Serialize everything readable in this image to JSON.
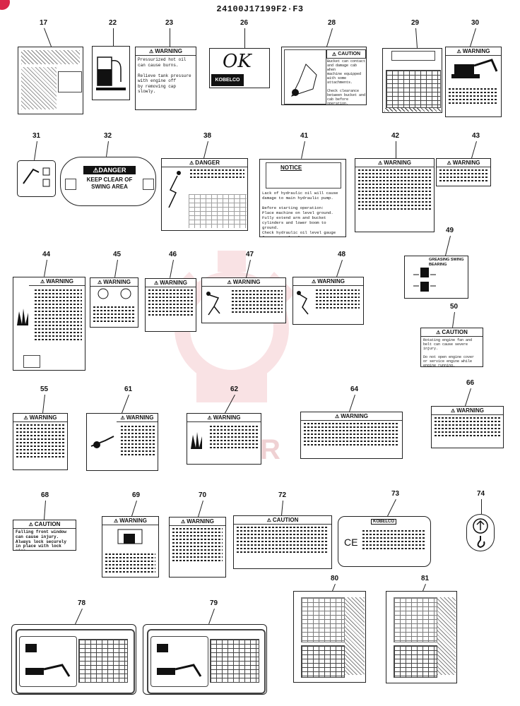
{
  "header": {
    "title": "24100J17199F2·F3"
  },
  "parts": [
    {
      "n": "17"
    },
    {
      "n": "22"
    },
    {
      "n": "23"
    },
    {
      "n": "26"
    },
    {
      "n": "28"
    },
    {
      "n": "29"
    },
    {
      "n": "30"
    },
    {
      "n": "31"
    },
    {
      "n": "32"
    },
    {
      "n": "38"
    },
    {
      "n": "41"
    },
    {
      "n": "42"
    },
    {
      "n": "43"
    },
    {
      "n": "44"
    },
    {
      "n": "45"
    },
    {
      "n": "46"
    },
    {
      "n": "47"
    },
    {
      "n": "48"
    },
    {
      "n": "49"
    },
    {
      "n": "50"
    },
    {
      "n": "55"
    },
    {
      "n": "61"
    },
    {
      "n": "62"
    },
    {
      "n": "64"
    },
    {
      "n": "66"
    },
    {
      "n": "68"
    },
    {
      "n": "69"
    },
    {
      "n": "70"
    },
    {
      "n": "72"
    },
    {
      "n": "73"
    },
    {
      "n": "74"
    },
    {
      "n": "78"
    },
    {
      "n": "79"
    },
    {
      "n": "80"
    },
    {
      "n": "81"
    }
  ],
  "decals": {
    "d23": {
      "header": "WARNING",
      "body": "Pressurized hot oil\ncan cause burns.\n\nRelieve tank pressure\nwith engine off\nby removing cap slowly."
    },
    "d26": {
      "script": "OK",
      "brand": "KOBELCO"
    },
    "d28": {
      "header": "CAUTION",
      "body": "Bucket can contact\nand damage cab when\nmachine equipped\nwith some attachments.\n\nCheck clearance\nbetween bucket and\ncab before operation."
    },
    "d30": {
      "header": "WARNING"
    },
    "d32": {
      "header": "DANGER",
      "body": "KEEP CLEAR OF\nSWING AREA"
    },
    "d38": {
      "header": "DANGER"
    },
    "d41": {
      "header": "NOTICE",
      "body": "Lack of hydraulic oil will cause\ndamage to main hydraulic pump.\n\nBefore starting operation:\nPlace machine on level ground.\nFully extend arm and bucket\ncylinders and lower boom to\nground.\nCheck hydraulic oil level gauge\nfor proper level."
    },
    "d42": {
      "header": "WARNING"
    },
    "d43": {
      "header": "WARNING"
    },
    "d44": {
      "header": "WARNING"
    },
    "d45": {
      "header": "WARNING"
    },
    "d46": {
      "header": "WARNING"
    },
    "d47": {
      "header": "WARNING"
    },
    "d48": {
      "header": "WARNING"
    },
    "d49": {
      "header": "GREASING SWING BEARING"
    },
    "d50": {
      "header": "CAUTION",
      "body": "Rotating engine fan and\nbelt can cause severe\ninjury.\n\nDo not open engine cover\nor service engine while\nengine running."
    },
    "d55": {
      "header": "WARNING"
    },
    "d61": {
      "header": "WARNING"
    },
    "d62": {
      "header": "WARNING"
    },
    "d64": {
      "header": "WARNING"
    },
    "d66": {
      "header": "WARNING"
    },
    "d68": {
      "header": "CAUTION",
      "body": "Falling front window\ncan cause injury.\nAlways lock securely\nin place with lock pins\non both sides."
    },
    "d69": {
      "header": "WARNING"
    },
    "d70": {
      "header": "WARNING"
    },
    "d72": {
      "header": "CAUTION"
    },
    "d73": {
      "header": "KOBELCO",
      "ce": "CE"
    }
  }
}
